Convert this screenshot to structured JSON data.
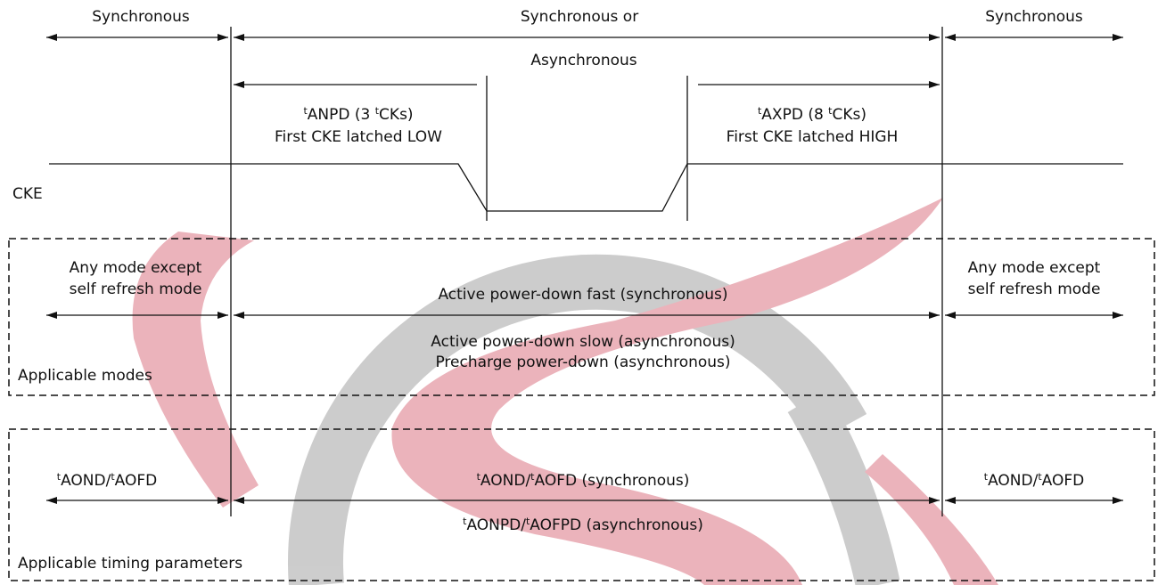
{
  "colors": {
    "line": "#111111",
    "watermark_red": "#e8a6b0",
    "watermark_gray": "#c4c4c4"
  },
  "domains": {
    "left": "Synchronous",
    "middle_line1": "Synchronous or",
    "middle_line2": "Asynchronous",
    "right": "Synchronous"
  },
  "anpd": {
    "prefix": "t",
    "name": "ANPD (3 ",
    "unit_prefix": "t",
    "unit": "CKs)",
    "desc": "First CKE latched LOW"
  },
  "axpd": {
    "prefix": "t",
    "name": "AXPD (8 ",
    "unit_prefix": "t",
    "unit": "CKs)",
    "desc": "First CKE latched HIGH"
  },
  "signal": {
    "label": "CKE"
  },
  "modes": {
    "section_label": "Applicable modes",
    "left_line1": "Any mode except",
    "left_line2": "self refresh mode",
    "right_line1": "Any mode except",
    "right_line2": "self refresh mode",
    "middle_top": "Active power-down fast (synchronous)",
    "middle_bottom1": "Active power-down slow (asynchronous)",
    "middle_bottom2": "Precharge power-down (asynchronous)"
  },
  "timing": {
    "section_label": "Applicable timing parameters",
    "left": {
      "p1": "t",
      "t1": "AOND/",
      "p2": "t",
      "t2": "AOFD"
    },
    "right": {
      "p1": "t",
      "t1": "AOND/",
      "p2": "t",
      "t2": "AOFD"
    },
    "middle_top": {
      "p1": "t",
      "t1": "AOND/",
      "p2": "t",
      "t2": "AOFD (synchronous)"
    },
    "middle_bottom": {
      "p1": "t",
      "t1": "AONPD/",
      "p2": "t",
      "t2": "AOFPD (asynchronous)"
    }
  }
}
